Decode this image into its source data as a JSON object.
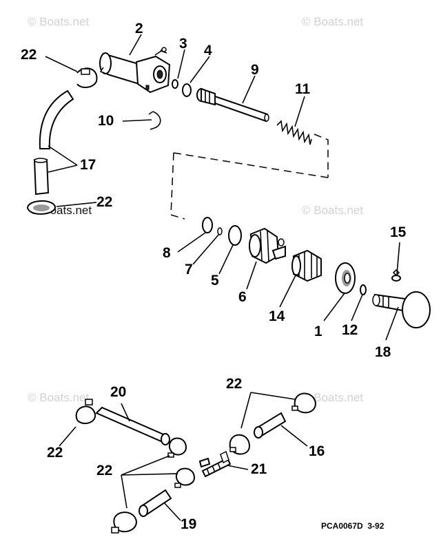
{
  "watermark": "© Boats.net",
  "footer_code": "PCA0067D  3-92",
  "callouts": {
    "n2": "2",
    "n3": "3",
    "n4": "4",
    "n9": "9",
    "n11": "11",
    "n22a": "22",
    "n10": "10",
    "n17": "17",
    "n22b": "22",
    "n8": "8",
    "n7": "7",
    "n5": "5",
    "n6": "6",
    "n14": "14",
    "n1": "1",
    "n12": "12",
    "n15": "15",
    "n18": "18",
    "n20": "20",
    "n22c": "22",
    "n22d": "22",
    "n16": "16",
    "n22e": "22",
    "n21": "21",
    "n19": "19"
  }
}
